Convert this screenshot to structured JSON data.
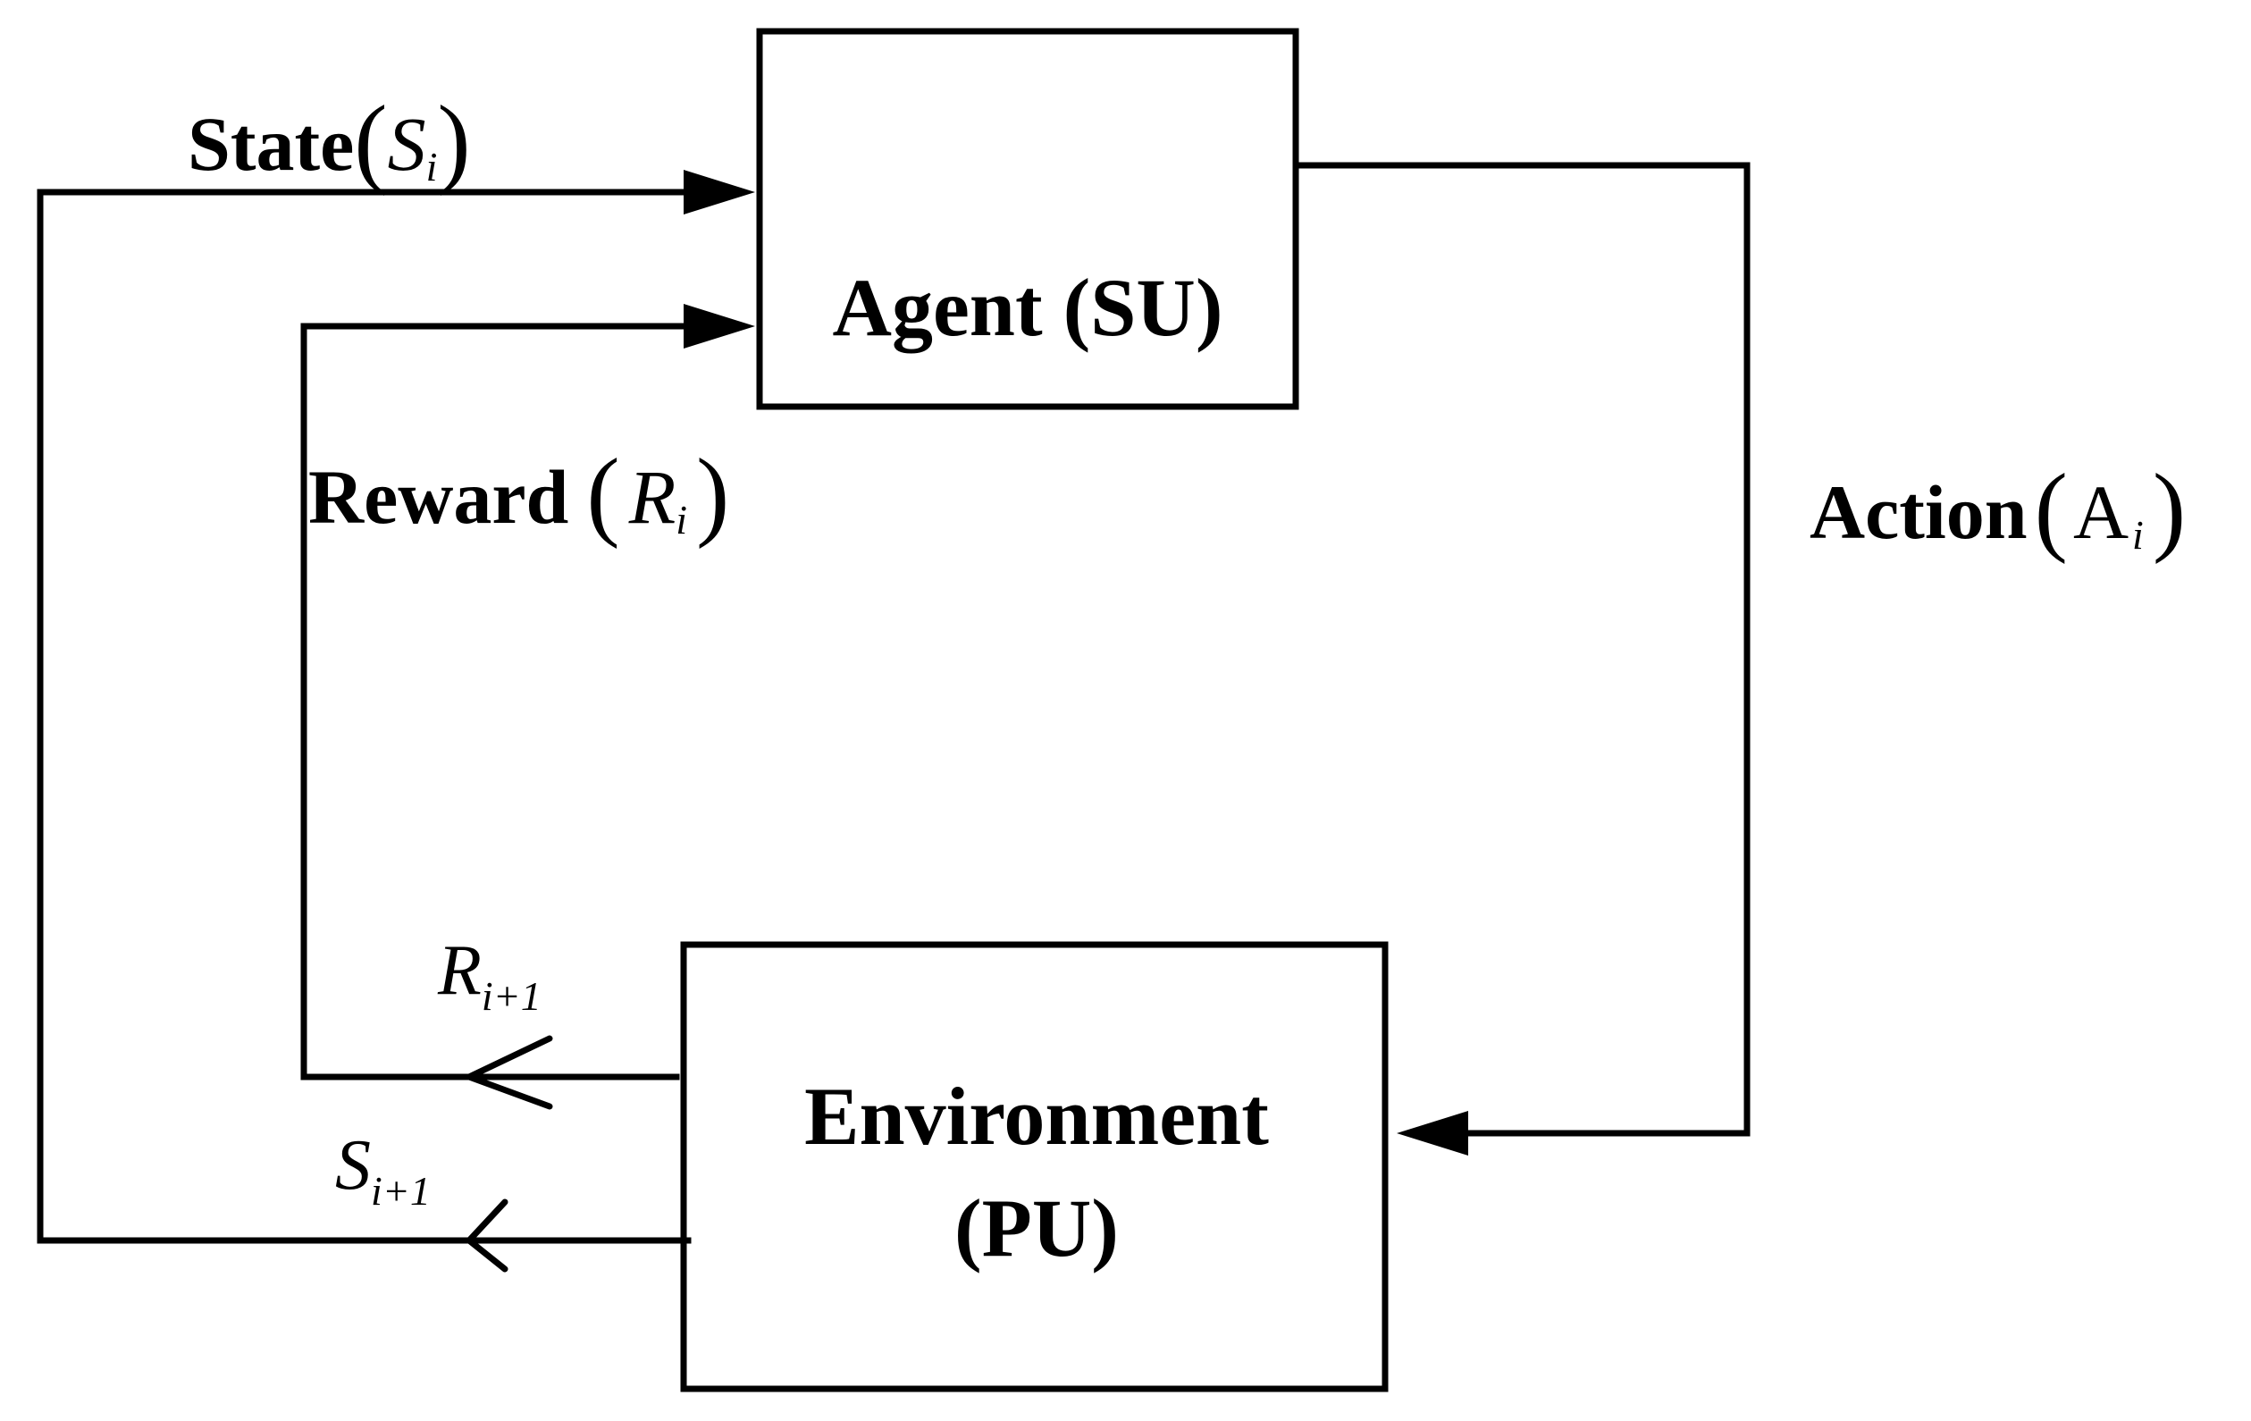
{
  "nodes": {
    "agent": {
      "label": "Agent (SU)"
    },
    "environment": {
      "line1": "Environment",
      "line2": "(PU)"
    }
  },
  "edges": {
    "state": {
      "word": "State",
      "open": "(",
      "symbol": "S",
      "sub": "i",
      "close": ")"
    },
    "reward": {
      "word": "Reward",
      "open": "(",
      "symbol": "R",
      "sub": "i",
      "close": ")"
    },
    "action": {
      "word": "Action",
      "open": "(",
      "symbol": "A",
      "sub": "i",
      "close": ")"
    },
    "next_reward": {
      "symbol": "R",
      "sub": "i+1"
    },
    "next_state": {
      "symbol": "S",
      "sub": "i+1"
    }
  }
}
